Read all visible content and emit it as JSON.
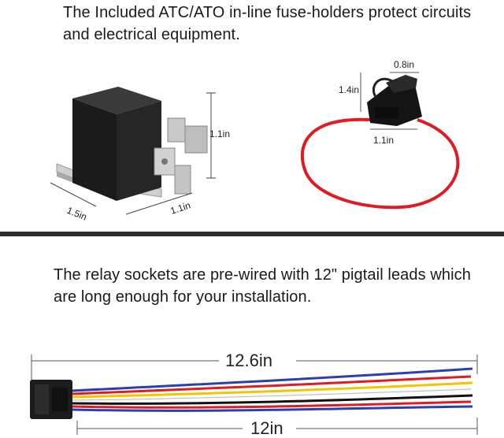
{
  "captions": {
    "fuse_holder": "The Included ATC/ATO in-line fuse-holders protect circuits and electrical equipment.",
    "relay_socket": "The relay sockets are pre-wired with 12\" pigtail leads which are long enough for your installation."
  },
  "relay_dims": {
    "height": "1.1in",
    "length": "1.5in",
    "width": "1.1in"
  },
  "fuse_dims": {
    "top": "0.8in",
    "side": "1.4in",
    "bottom": "1.1in"
  },
  "socket_dims": {
    "overall": "12.6in",
    "lead": "12in"
  },
  "colors": {
    "wire_red": "#e01b22",
    "wire_yellow": "#f2c500",
    "wire_blue": "#2a3fb0",
    "relay_body": "#1b1b1b",
    "divider": "#2e2e2e"
  }
}
